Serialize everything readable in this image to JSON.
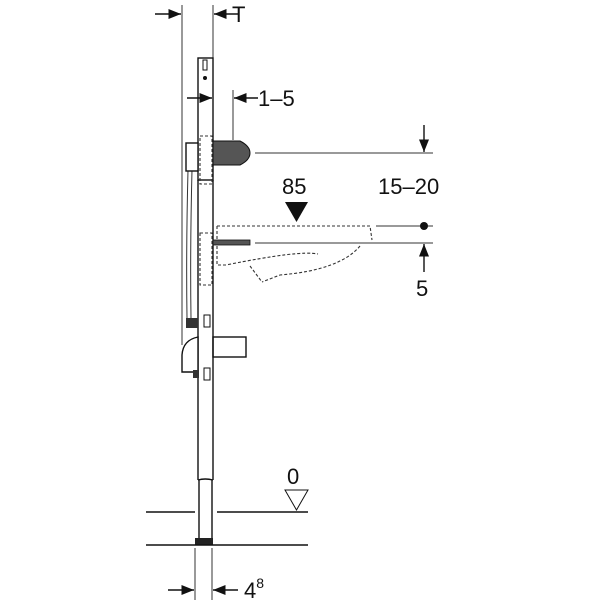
{
  "dimensions": {
    "top_width": "T",
    "offset": "1–5",
    "height_basin": "85",
    "range": "15–20",
    "bottom_offset": "5",
    "floor_level": "0",
    "bottom_width_base": "4",
    "bottom_width_sup": "8"
  },
  "colors": {
    "line": "#111111",
    "background": "#ffffff"
  }
}
